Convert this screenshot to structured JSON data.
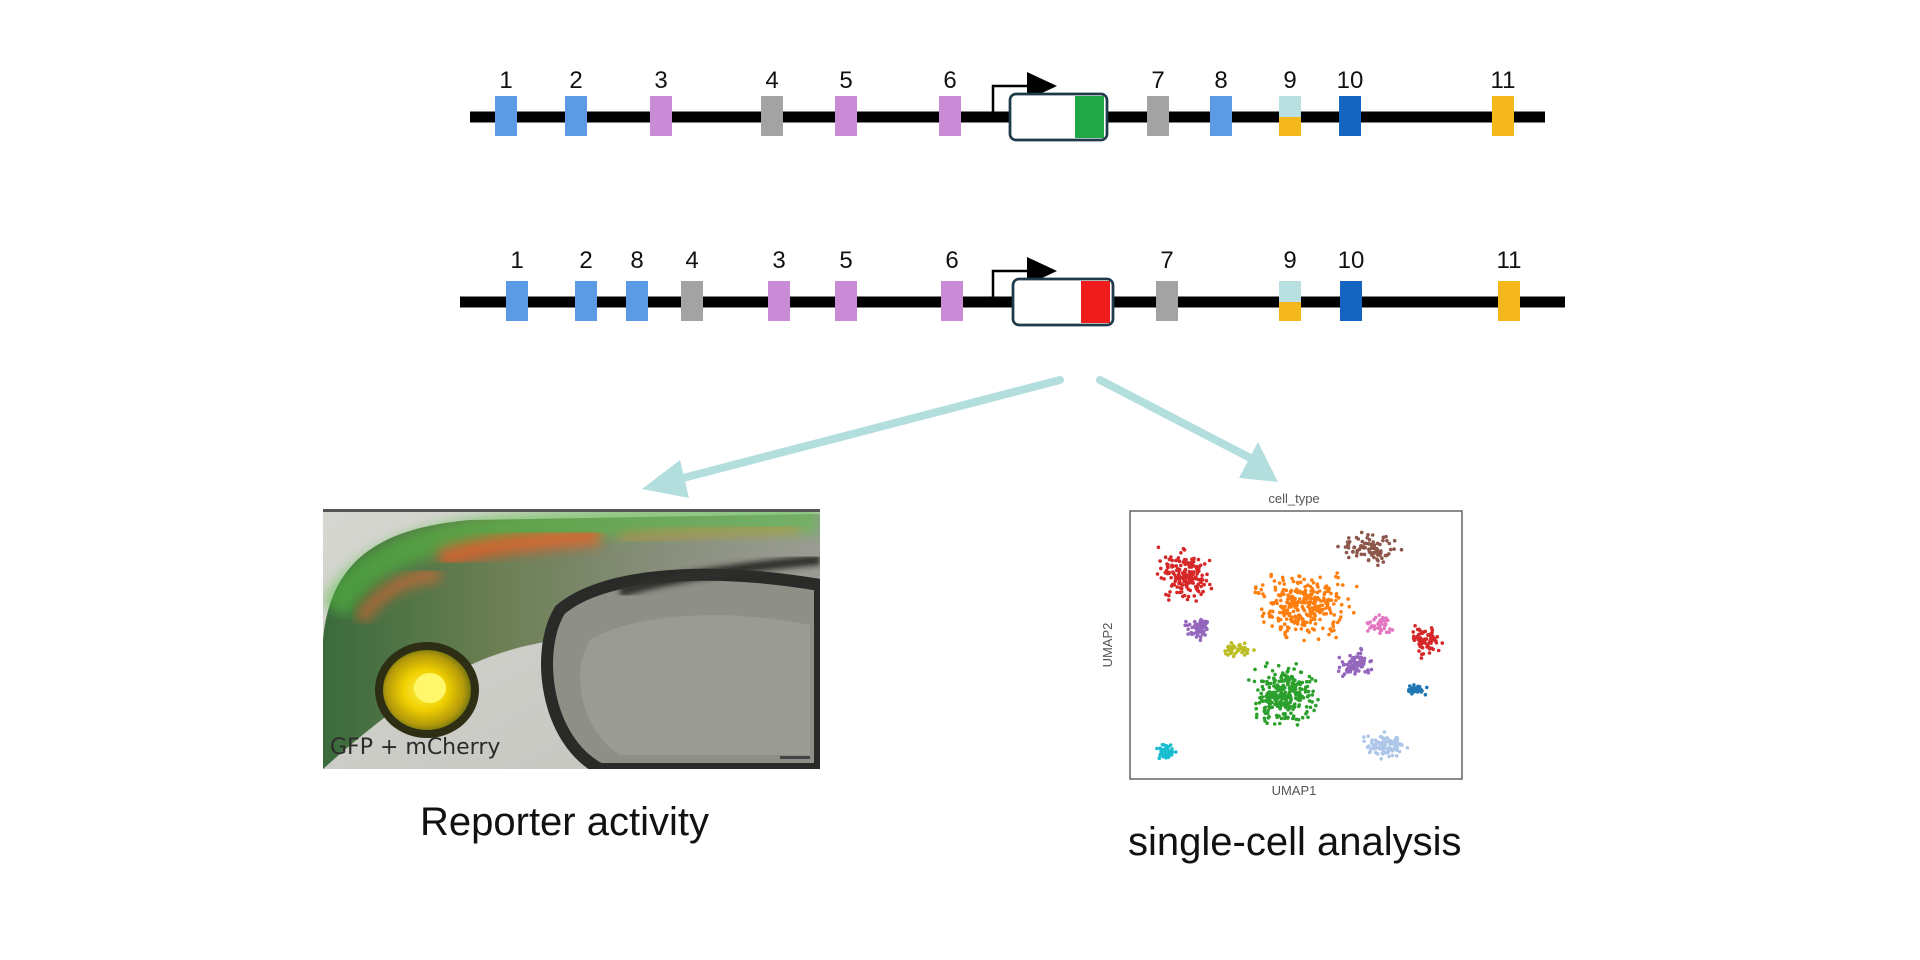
{
  "constructs": [
    {
      "reporter": "green",
      "elements": [
        {
          "label": "1",
          "color": "#5b9be6"
        },
        {
          "label": "2",
          "color": "#5b9be6"
        },
        {
          "label": "3",
          "color": "#c98ad6"
        },
        {
          "label": "4",
          "color": "#a3a3a3"
        },
        {
          "label": "5",
          "color": "#c98ad6"
        },
        {
          "label": "6",
          "color": "#c98ad6"
        },
        {
          "label": "7",
          "color": "#a3a3a3"
        },
        {
          "label": "8",
          "color": "#5b9be6"
        },
        {
          "label": "9",
          "color": "#f5b81c",
          "topColor": "#b8e0e0"
        },
        {
          "label": "10",
          "color": "#1565c0"
        },
        {
          "label": "11",
          "color": "#f5b81c"
        }
      ]
    },
    {
      "reporter": "red",
      "elements": [
        {
          "label": "1",
          "color": "#5b9be6"
        },
        {
          "label": "2",
          "color": "#5b9be6"
        },
        {
          "label": "8",
          "color": "#5b9be6"
        },
        {
          "label": "4",
          "color": "#a3a3a3"
        },
        {
          "label": "3",
          "color": "#c98ad6"
        },
        {
          "label": "5",
          "color": "#c98ad6"
        },
        {
          "label": "6",
          "color": "#c98ad6"
        },
        {
          "label": "7",
          "color": "#a3a3a3"
        },
        {
          "label": "9",
          "color": "#f5b81c",
          "topColor": "#b8e0e0"
        },
        {
          "label": "10",
          "color": "#1565c0"
        },
        {
          "label": "11",
          "color": "#f5b81c"
        }
      ]
    }
  ],
  "colors": {
    "line": "#000000",
    "arrow": "#b3dede",
    "gfp": "#1fa845",
    "mcherry": "#ef1c1c",
    "box_stroke": "#1f3a4a"
  },
  "image_panel": {
    "overlay_text": "GFP + mCherry",
    "caption": "Reporter activity"
  },
  "umap_panel": {
    "title": "cell_type",
    "xlabel": "UMAP1",
    "ylabel": "UMAP2",
    "caption": "single-cell analysis"
  }
}
